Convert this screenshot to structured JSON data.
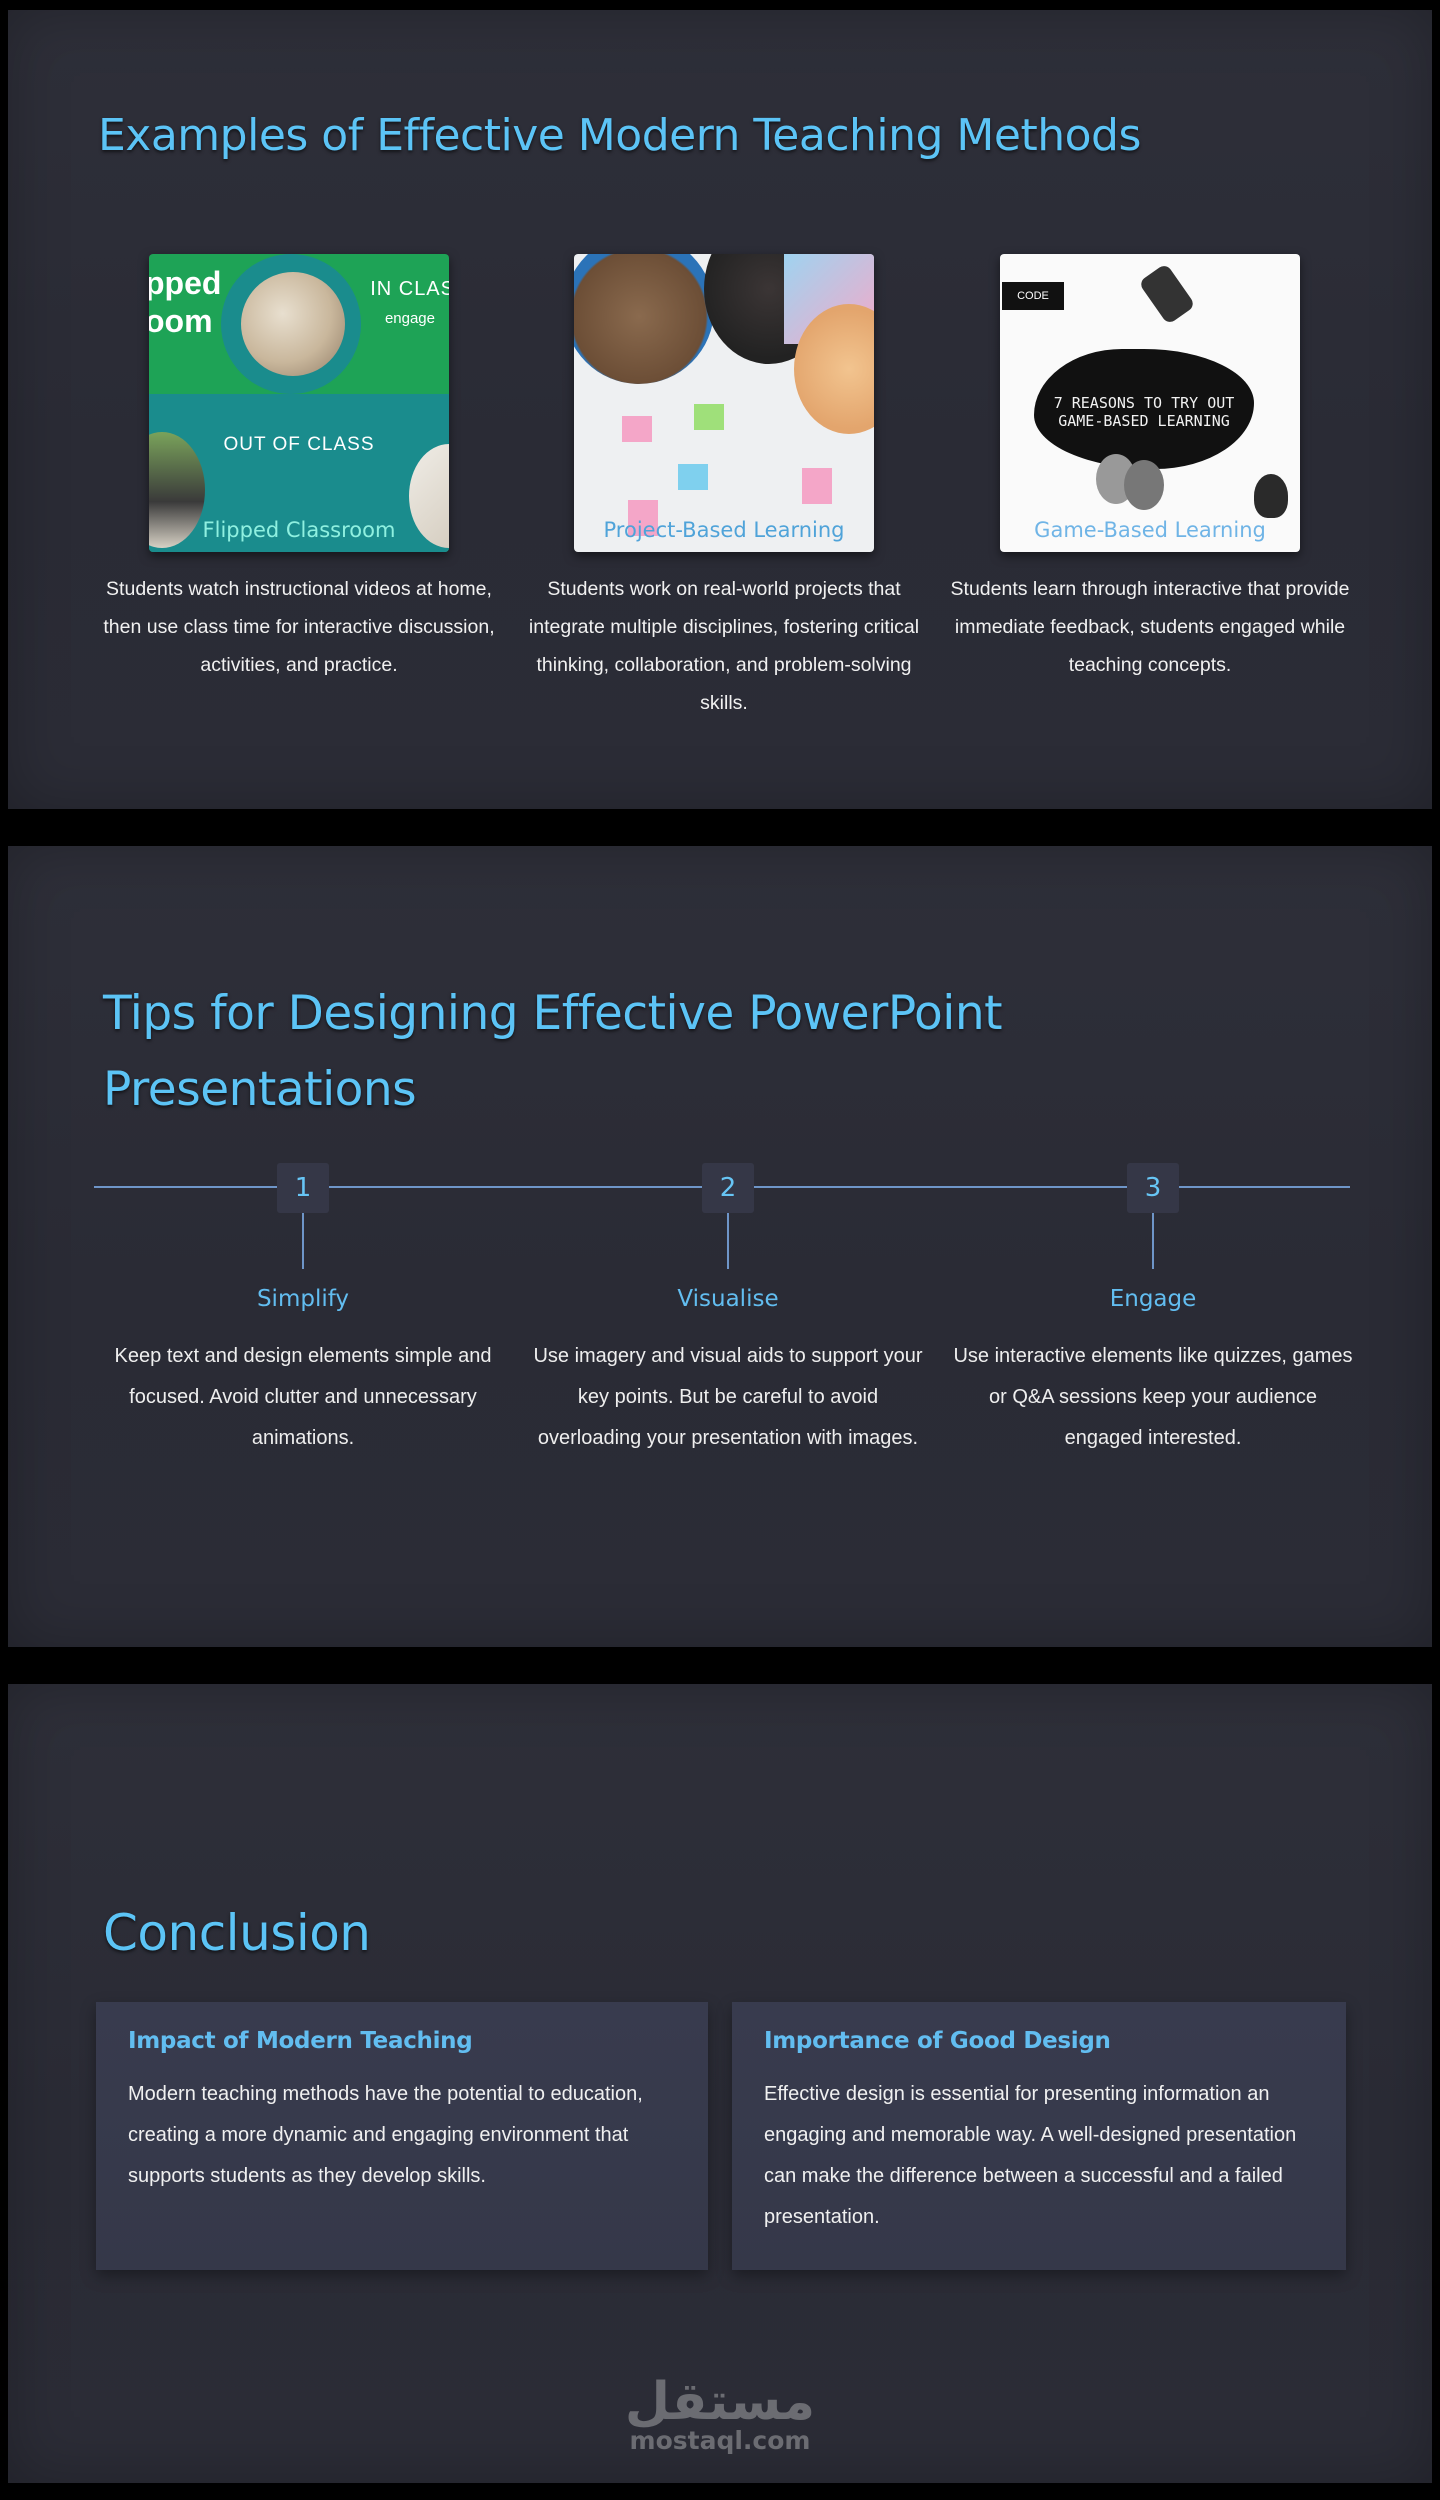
{
  "slides": {
    "methods": {
      "title": "Examples of Effective Modern Teaching Methods",
      "items": [
        {
          "image_label": "Flipped Classroom",
          "image_text": {
            "big": "pped\noom",
            "in_class": "IN CLAS",
            "engage": "engage",
            "out_of_class": "OUT OF CLASS"
          },
          "description": "Students watch instructional videos at home, then use class time for interactive discussion, activities, and practice."
        },
        {
          "image_label": "Project-Based Learning",
          "description": "Students work on real-world projects that integrate multiple disciplines, fostering critical thinking, collaboration, and problem-solving skills."
        },
        {
          "image_label": "Game-Based Learning",
          "image_text": {
            "headline": "7 REASONS TO TRY OUT GAME-BASED LEARNING",
            "sign": "CODE"
          },
          "description": "Students learn through interactive that provide immediate feedback, students engaged while teaching concepts."
        }
      ]
    },
    "tips": {
      "title": "Tips for Designing Effective PowerPoint Presentations",
      "steps": [
        {
          "number": "1",
          "title": "Simplify",
          "description": "Keep text and design elements simple and focused. Avoid clutter and unnecessary animations."
        },
        {
          "number": "2",
          "title": "Visualise",
          "description": "Use imagery and visual aids to support your key points. But be careful to avoid overloading your presentation with images."
        },
        {
          "number": "3",
          "title": "Engage",
          "description": "Use interactive elements like quizzes, games or Q&A sessions keep your audience engaged interested."
        }
      ]
    },
    "conclusion": {
      "title": "Conclusion",
      "cards": [
        {
          "title": "Impact of Modern Teaching",
          "body": "Modern teaching methods have the potential to education, creating a more dynamic and engaging environment that supports students as they develop skills."
        },
        {
          "title": "Importance of Good Design",
          "body": "Effective design is essential for presenting information an engaging and memorable way. A well-designed presentation can make the difference between a successful and a failed presentation."
        }
      ]
    }
  },
  "watermark": {
    "arabic": "مستقل",
    "latin": "mostaql.com"
  },
  "colors": {
    "accent": "#5cc4f6",
    "slide_bg": "#2c2d37",
    "page_bg": "#000000",
    "card_bg": "#373a4c",
    "timeline": "#6e95c8",
    "body_text": "#f0f0f0"
  }
}
